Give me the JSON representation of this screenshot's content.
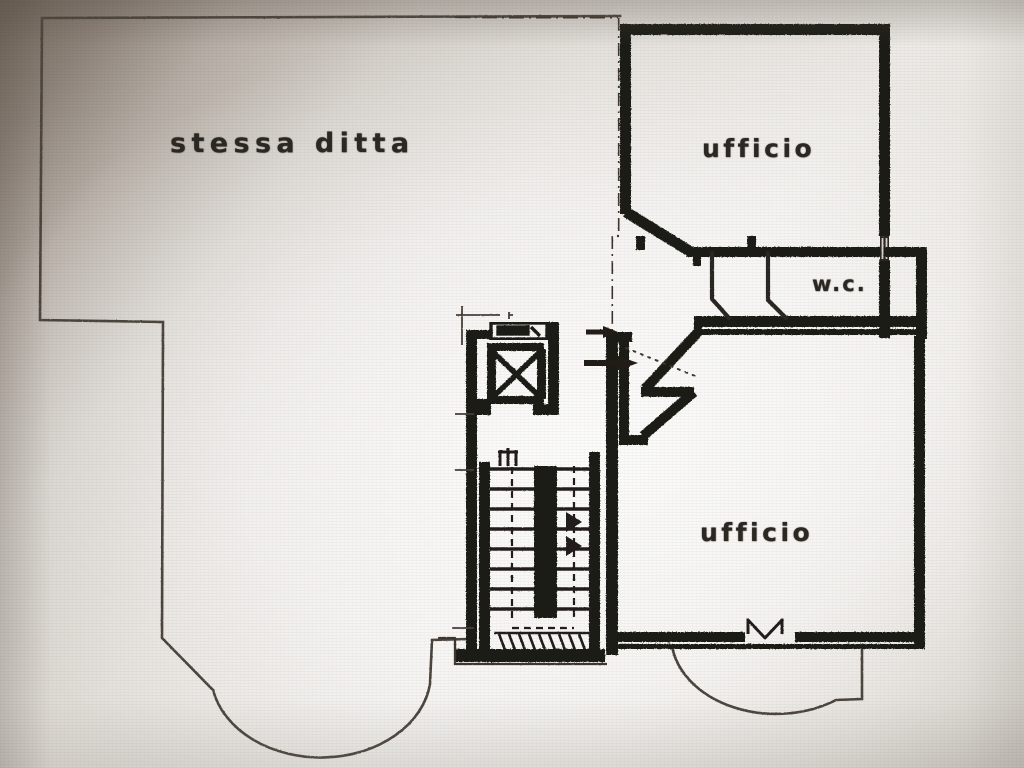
{
  "document": {
    "kind": "architectural-floor-plan",
    "medium": "photocopied-paper-scan",
    "language": "it"
  },
  "labels": {
    "stessa_ditta": "stessa ditta",
    "ufficio_top": "ufficio",
    "wc": "w.c.",
    "ufficio_bottom": "ufficio"
  },
  "rooms": [
    {
      "name": "stessa ditta",
      "note": "adjoining property of the same firm, outlined thin, unbuilt interior"
    },
    {
      "name": "ufficio",
      "position": "top-right",
      "note": "office, chamfered south-west corner, window on east wall"
    },
    {
      "name": "w.c.",
      "position": "middle-right",
      "note": "toilet compartment with two hinged doors"
    },
    {
      "name": "ufficio",
      "position": "bottom-right",
      "note": "office, window on south wall, semicircular bay outside"
    }
  ],
  "symbols": {
    "elevator": "elevator-shaft-with-diagonal-cross",
    "stairs": "double-flight-staircase-with-central-landing-wall",
    "entrance_arrow": "arrow-pointing-right",
    "window_south": "window-symbol",
    "bay_left": "semicircular-bay-window",
    "bay_right": "semicircular-bay-window",
    "door_swings": "hinged-door-leaf-arcs"
  },
  "colors": {
    "paper_light": "#edeae6",
    "paper_mid": "#ddd9d3",
    "paper_shadow": "#6f6359",
    "ink_heavy": "#1d1a17",
    "ink_medium": "#3a342e",
    "ink_thin": "#4d463f"
  }
}
